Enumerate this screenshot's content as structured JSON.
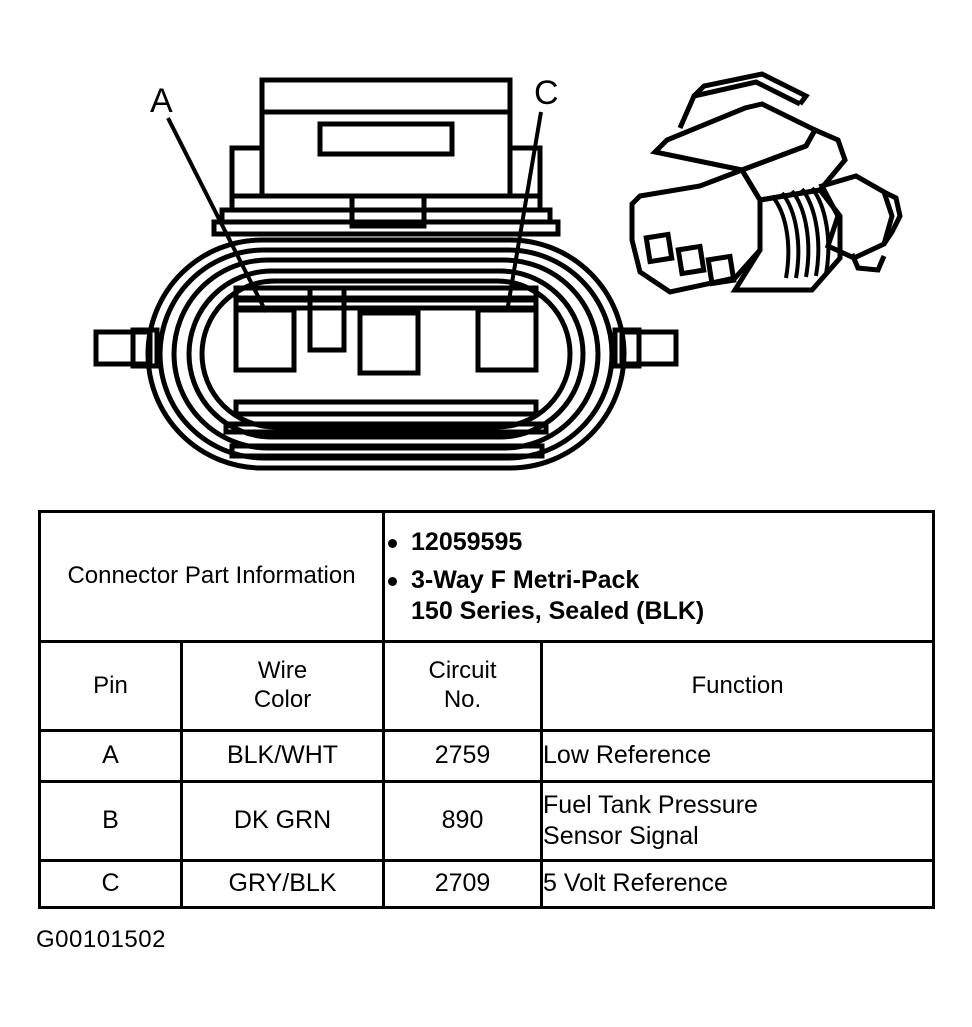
{
  "figure": {
    "caption": "G00101502",
    "callouts": [
      {
        "label": "A",
        "pin": "A"
      },
      {
        "label": "C",
        "pin": "C"
      }
    ],
    "views": [
      {
        "name": "front-face-view",
        "description": "Front face view of 3-way female connector showing terminal cavities A, B and C"
      },
      {
        "name": "isometric-view",
        "description": "Isometric view of the sealed 3-way female Metri-Pack connector body"
      }
    ],
    "cavities": [
      {
        "id": "A"
      },
      {
        "id": "B"
      },
      {
        "id": "C"
      }
    ]
  },
  "table": {
    "connector_part_information": {
      "label": "Connector Part\nInformation",
      "items": [
        "12059595",
        "3-Way F Metri-Pack\n150 Series, Sealed (BLK)"
      ]
    },
    "columns": [
      {
        "key": "pin",
        "label": "Pin"
      },
      {
        "key": "wire_color",
        "label": "Wire\nColor"
      },
      {
        "key": "circuit_no",
        "label": "Circuit\nNo."
      },
      {
        "key": "function",
        "label": "Function"
      }
    ],
    "rows": [
      {
        "pin": "A",
        "wire_color": "BLK/WHT",
        "circuit_no": "2759",
        "function": "Low Reference"
      },
      {
        "pin": "B",
        "wire_color": "DK GRN",
        "circuit_no": "890",
        "function": "Fuel Tank Pressure\nSensor Signal"
      },
      {
        "pin": "C",
        "wire_color": "GRY/BLK",
        "circuit_no": "2709",
        "function": "5 Volt Reference"
      }
    ]
  },
  "colors": {
    "ink": "#000000",
    "paper": "#ffffff"
  }
}
